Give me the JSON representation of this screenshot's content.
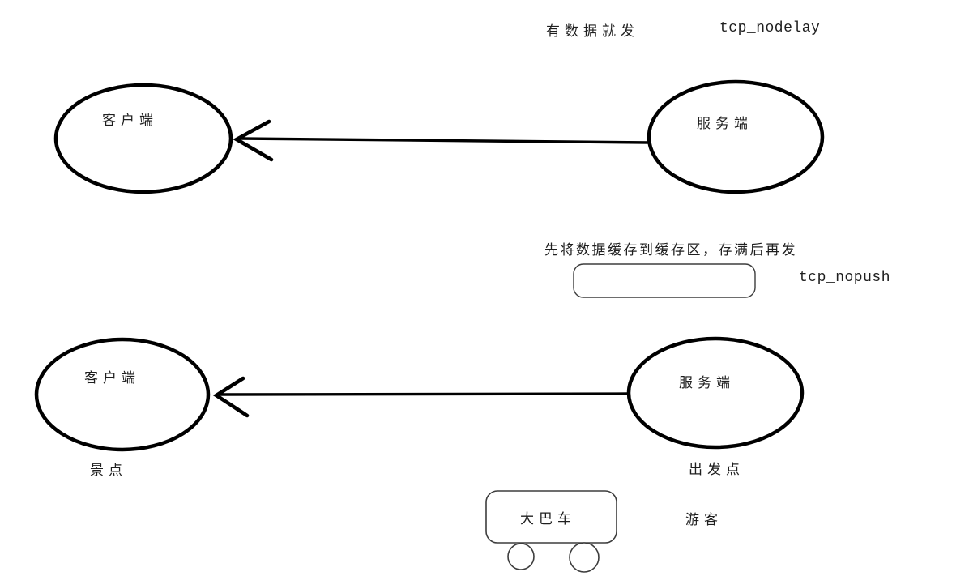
{
  "colors": {
    "shape_stroke": "#000000",
    "thin_stroke": "#3d3d3d",
    "text": "#1f1f1f",
    "background": "#ffffff"
  },
  "section_nodelay": {
    "behavior_label": "有数据就发",
    "option_label": "tcp_nodelay",
    "client_label": "客户端",
    "server_label": "服务端"
  },
  "section_nopush": {
    "behavior_label": "先将数据缓存到缓存区，存满后再发",
    "option_label": "tcp_nopush",
    "client_label": "客户端",
    "server_label": "服务端",
    "client_metaphor_label": "景点",
    "server_metaphor_label": "出发点",
    "bus_label": "大巴车",
    "tourist_label": "游客"
  }
}
